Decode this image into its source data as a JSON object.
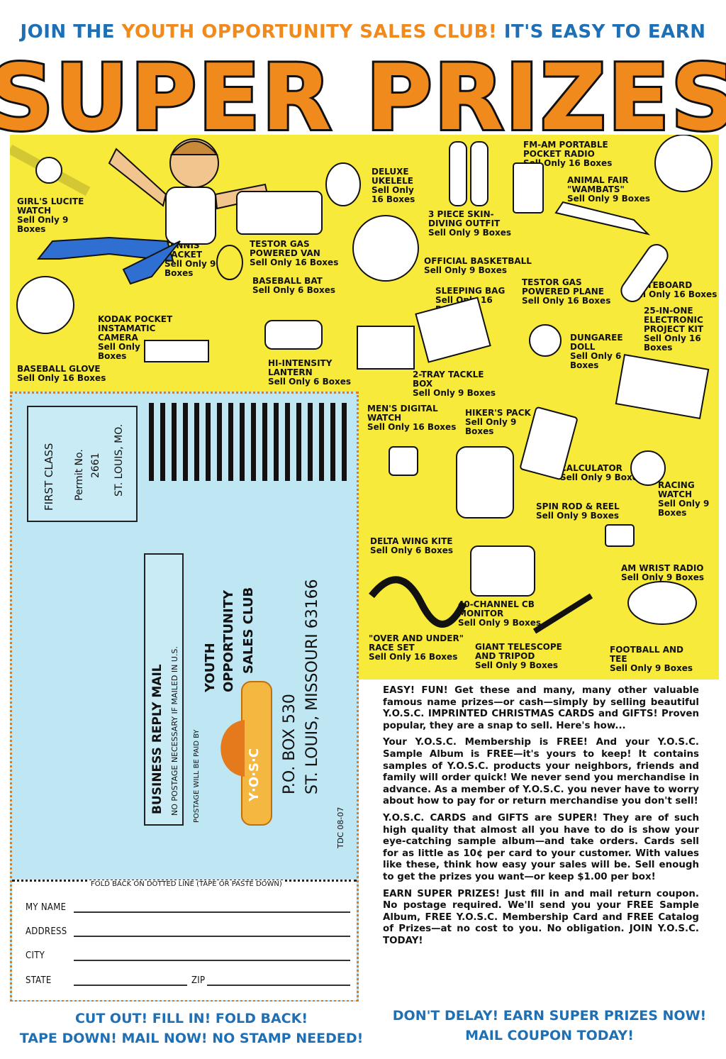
{
  "header": {
    "line_part1": "JOIN THE ",
    "line_part2": "YOUTH OPPORTUNITY SALES CLUB!",
    "line_part3": " IT'S EASY TO EARN",
    "title": "SUPER PRIZES"
  },
  "colors": {
    "blue": "#1f6fb5",
    "orange": "#f08a1c",
    "yellow": "#f7ea3a",
    "coupon_blue": "#bfe6f3"
  },
  "prizes": [
    {
      "name": "GIRL'S LUCITE WATCH",
      "sell": "Sell Only 9 Boxes"
    },
    {
      "name": "TENNIS RACKET",
      "sell": "Sell Only 9 Boxes"
    },
    {
      "name": "TESTOR GAS POWERED VAN",
      "sell": "Sell Only 16 Boxes"
    },
    {
      "name": "DELUXE UKELELE",
      "sell": "Sell Only 16 Boxes"
    },
    {
      "name": "3 PIECE SKIN-DIVING OUTFIT",
      "sell": "Sell Only 9 Boxes"
    },
    {
      "name": "FM-AM PORTABLE POCKET RADIO",
      "sell": "Sell Only 16 Boxes"
    },
    {
      "name": "ANIMAL FAIR \"WAMBATS\"",
      "sell": "Sell Only 9 Boxes"
    },
    {
      "name": "OFFICIAL BASKETBALL",
      "sell": "Sell Only 9 Boxes"
    },
    {
      "name": "BASEBALL BAT",
      "sell": "Sell Only 6 Boxes"
    },
    {
      "name": "SLEEPING BAG",
      "sell": "Sell Only 16 Boxes"
    },
    {
      "name": "TESTOR GAS POWERED PLANE",
      "sell": "Sell Only 16 Boxes"
    },
    {
      "name": "SKATEBOARD",
      "sell": "Sell Only 16 Boxes"
    },
    {
      "name": "KODAK POCKET INSTAMATIC CAMERA",
      "sell": "Sell Only 16 Boxes"
    },
    {
      "name": "25-IN-ONE ELECTRONIC PROJECT KIT",
      "sell": "Sell Only 16 Boxes"
    },
    {
      "name": "DUNGAREE DOLL",
      "sell": "Sell Only 6 Boxes"
    },
    {
      "name": "HI-INTENSITY LANTERN",
      "sell": "Sell Only 6 Boxes"
    },
    {
      "name": "BASEBALL GLOVE",
      "sell": "Sell Only 16 Boxes"
    },
    {
      "name": "2-TRAY TACKLE BOX",
      "sell": "Sell Only 9 Boxes"
    },
    {
      "name": "MEN'S DIGITAL WATCH",
      "sell": "Sell Only 16 Boxes"
    },
    {
      "name": "HIKER'S PACK",
      "sell": "Sell Only 9 Boxes"
    },
    {
      "name": "CALCULATOR",
      "sell": "Sell Only 9 Boxes"
    },
    {
      "name": "RACING WATCH",
      "sell": "Sell Only 9 Boxes"
    },
    {
      "name": "SPIN ROD & REEL",
      "sell": "Sell Only 9 Boxes"
    },
    {
      "name": "DELTA WING KITE",
      "sell": "Sell Only 6 Boxes"
    },
    {
      "name": "AM WRIST RADIO",
      "sell": "Sell Only 9 Boxes"
    },
    {
      "name": "40-CHANNEL CB MONITOR",
      "sell": "Sell Only 9 Boxes"
    },
    {
      "name": "\"OVER AND UNDER\" RACE SET",
      "sell": "Sell Only 16 Boxes"
    },
    {
      "name": "GIANT TELESCOPE AND TRIPOD",
      "sell": "Sell Only 9 Boxes"
    },
    {
      "name": "FOOTBALL AND TEE",
      "sell": "Sell Only 9 Boxes"
    }
  ],
  "coupon": {
    "permit_first_class": "FIRST CLASS",
    "permit_no_label": "Permit No.",
    "permit_no": "2661",
    "permit_city": "ST. LOUIS, MO.",
    "reply_title": "BUSINESS REPLY MAIL",
    "reply_note": "NO POSTAGE NECESSARY IF MAILED IN U.S.",
    "postage_paid": "POSTAGE WILL BE PAID BY",
    "club_line1": "YOUTH",
    "club_line2": "OPPORTUNITY",
    "club_line3": "SALES CLUB",
    "logo": "Y·O·S·C",
    "address_line1": "P.O. BOX 530",
    "address_line2": "ST. LOUIS, MISSOURI 63166",
    "code": "TDC 08-07",
    "fold_note": "FOLD BACK ON DOTTED LINE (TAPE OR PASTE DOWN)",
    "fields": {
      "name": "MY NAME",
      "address": "ADDRESS",
      "city": "CITY",
      "state": "STATE",
      "zip": "ZIP"
    }
  },
  "body_copy": [
    "EASY! FUN! Get these and many, many other valuable famous name prizes—or cash—simply by selling beautiful Y.O.S.C. IMPRINTED CHRISTMAS CARDS and GIFTS! Proven popular, they are a snap to sell. Here's how...",
    "Your Y.O.S.C. Membership is FREE! And your Y.O.S.C. Sample Album is FREE—it's yours to keep! It contains samples of Y.O.S.C. products your neighbors, friends and family will order quick! We never send you merchandise in advance. As a member of Y.O.S.C. you never have to worry about how to pay for or return merchandise you don't sell!",
    "Y.O.S.C. CARDS and GIFTS are SUPER! They are of such high quality that almost all you have to do is show your eye-catching sample album—and take orders. Cards sell for as little as 10¢ per card to your customer. With values like these, think how easy your sales will be. Sell enough to get the prizes you want—or keep $1.00 per box!",
    "EARN SUPER PRIZES! Just fill in and mail return coupon. No postage required. We'll send you your FREE Sample Album, FREE Y.O.S.C. Membership Card and FREE Catalog of Prizes—at no cost to you. No obligation. JOIN Y.O.S.C. TODAY!"
  ],
  "footer": {
    "left_line1": "CUT OUT!   FILL IN!   FOLD BACK!",
    "left_line2": "TAPE DOWN!   MAIL NOW!   NO STAMP NEEDED!",
    "right_line1": "DON'T DELAY! EARN SUPER PRIZES NOW!",
    "right_line2": "MAIL COUPON TODAY!"
  }
}
